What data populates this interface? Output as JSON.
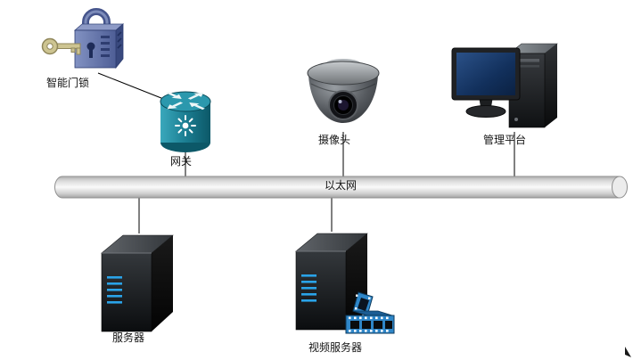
{
  "diagram": {
    "type": "network-topology",
    "background": "#ffffff",
    "nodes": {
      "smart_lock": {
        "label": "智能门锁",
        "icon": "padlock-with-key-icon"
      },
      "gateway": {
        "label": "网关",
        "icon": "router-cylinder-icon"
      },
      "camera": {
        "label": "摄像头",
        "icon": "dome-camera-icon"
      },
      "management_platform": {
        "label": "管理平台",
        "icon": "desktop-computer-icon"
      },
      "ethernet_bus": {
        "label": "以太网",
        "icon": "bus-pipe"
      },
      "server": {
        "label": "服务器",
        "icon": "server-tower-icon"
      },
      "video_server": {
        "label": "视频服务器",
        "icon": "server-tower-with-filmstrip-icon"
      }
    },
    "edges": [
      {
        "from": "smart_lock",
        "to": "gateway"
      },
      {
        "from": "gateway",
        "to": "ethernet_bus"
      },
      {
        "from": "camera",
        "to": "ethernet_bus"
      },
      {
        "from": "management_platform",
        "to": "ethernet_bus"
      },
      {
        "from": "server",
        "to": "ethernet_bus"
      },
      {
        "from": "video_server",
        "to": "ethernet_bus"
      }
    ],
    "colors": {
      "connector": "#000000",
      "bus_fill_light": "#fafafa",
      "bus_fill_dark": "#a8a8a8",
      "bus_stroke": "#8f8f8f",
      "lock_body": "#5c6c9e",
      "lock_key": "#cdc491",
      "gateway_teal": "#1b7e92",
      "camera_gray": "#55595e",
      "monitor_screen": "#12305c",
      "server_body": "#101214",
      "led_blue": "#2aa3e8",
      "film_blue": "#2e86c8"
    }
  }
}
